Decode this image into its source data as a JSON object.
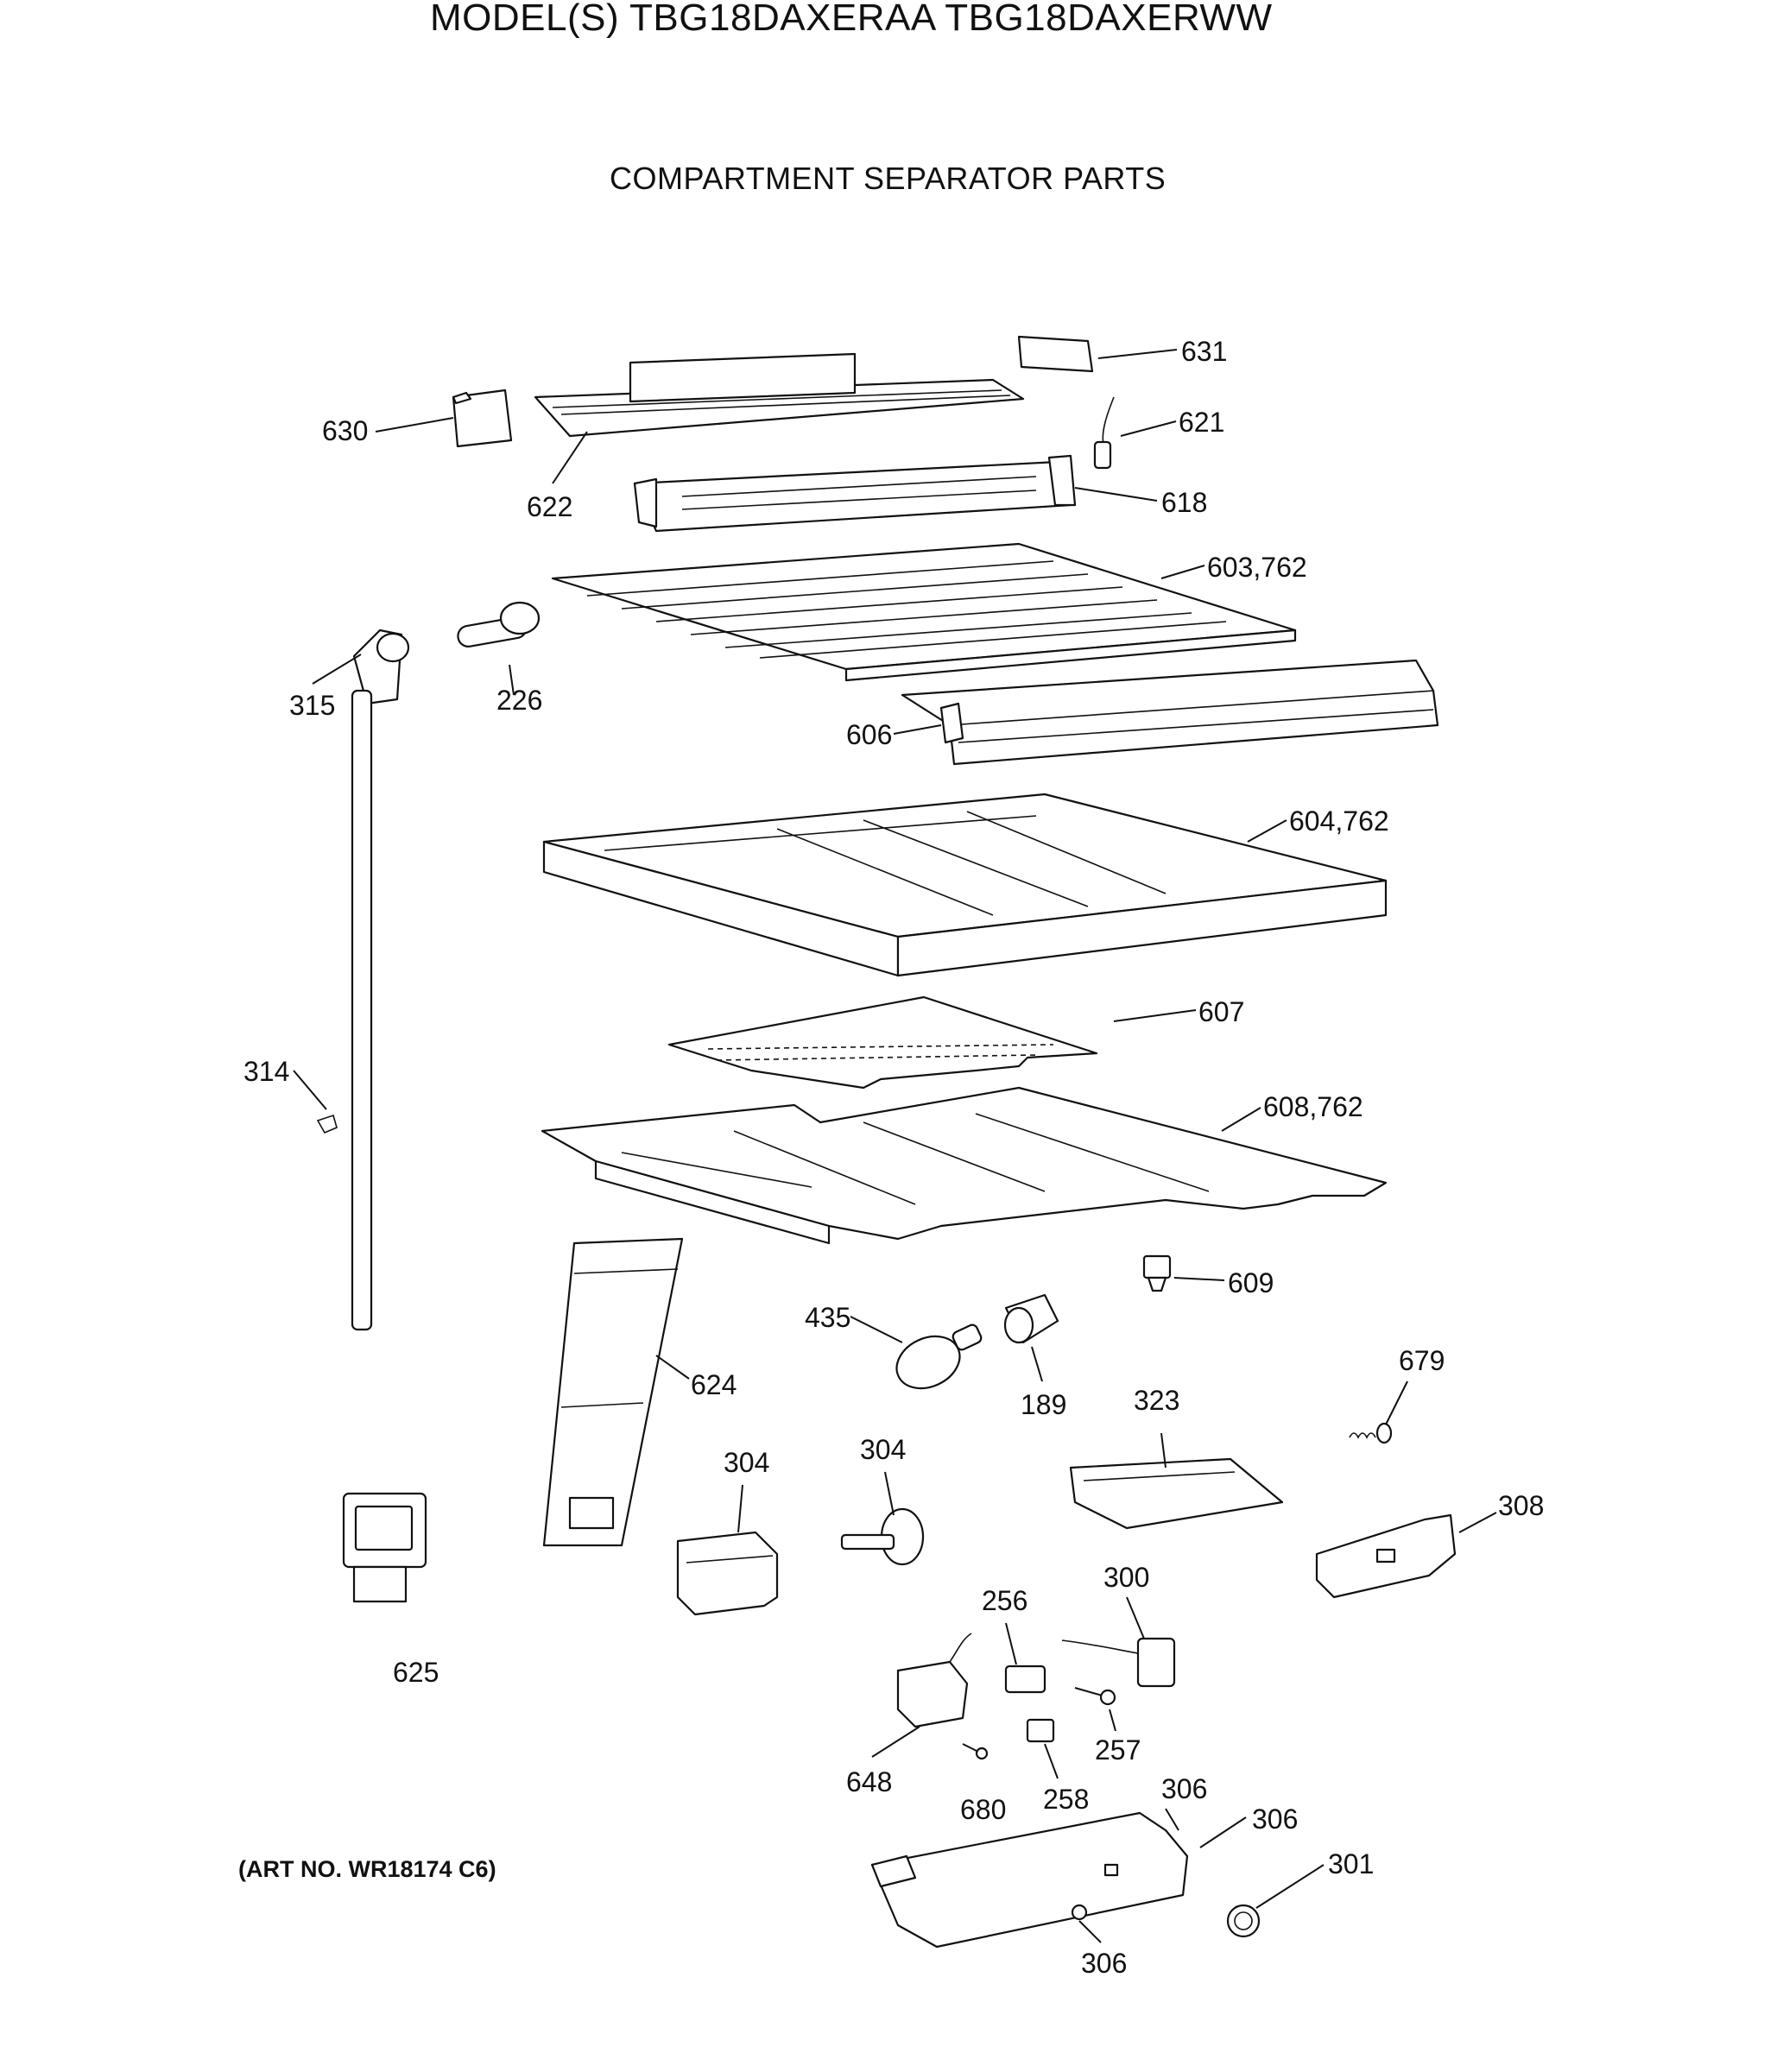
{
  "header": {
    "model_title": "MODEL(S) TBG18DAXERAA  TBG18DAXERWW",
    "section_title": "COMPARTMENT SEPARATOR PARTS",
    "art_number": "(ART NO. WR18174 C6)"
  },
  "callouts": [
    "631",
    "630",
    "621",
    "622",
    "618",
    "603,762",
    "315",
    "226",
    "606",
    "604,762",
    "607",
    "314",
    "608,762",
    "609",
    "435",
    "189",
    "624",
    "679",
    "323",
    "304",
    "304",
    "308",
    "300",
    "256",
    "625",
    "257",
    "648",
    "680",
    "258",
    "306",
    "306",
    "301",
    "306"
  ]
}
